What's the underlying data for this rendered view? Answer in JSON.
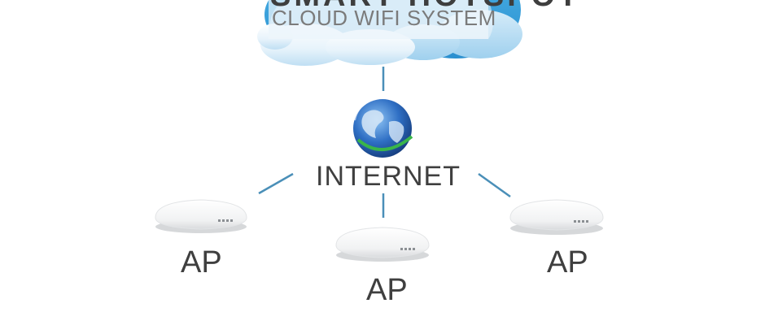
{
  "cloud": {
    "title": "SMART HOTSPOT",
    "subtitle": "CLOUD WIFI SYSTEM",
    "colors": {
      "light": "#e3f1fb",
      "mid": "#b9dcf3",
      "blue": "#3ba3db",
      "deep": "#1f87c8"
    }
  },
  "internet": {
    "label": "INTERNET",
    "icon": "globe-icon"
  },
  "access_points": [
    {
      "label": "AP"
    },
    {
      "label": "AP"
    },
    {
      "label": "AP"
    }
  ],
  "connector_color": "#4a8fb8"
}
